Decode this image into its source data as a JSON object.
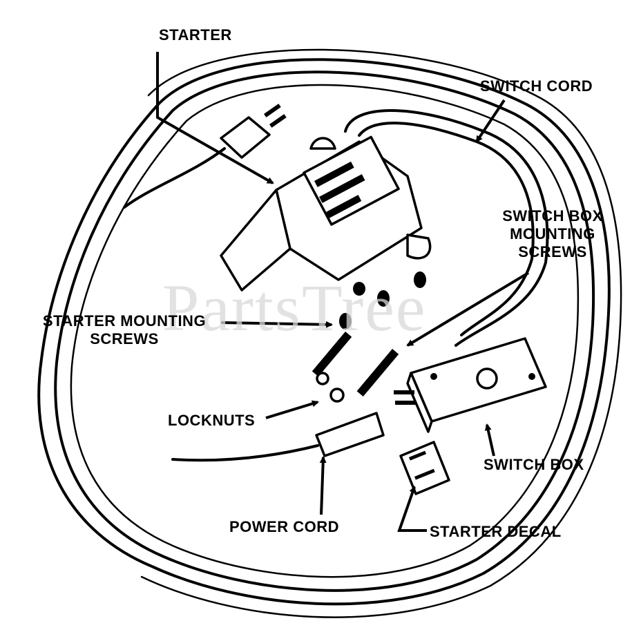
{
  "watermark": "PartsTree",
  "labels": {
    "starter": "STARTER",
    "switch_cord": "SWITCH CORD",
    "switch_box_mounting_screws": [
      "SWITCH BOX",
      "MOUNTING",
      "SCREWS"
    ],
    "starter_mounting_screws": [
      "STARTER MOUNTING",
      "SCREWS"
    ],
    "locknuts": "LOCKNUTS",
    "switch_box": "SWITCH BOX",
    "power_cord": "POWER CORD",
    "starter_decal": "STARTER DECAL"
  }
}
